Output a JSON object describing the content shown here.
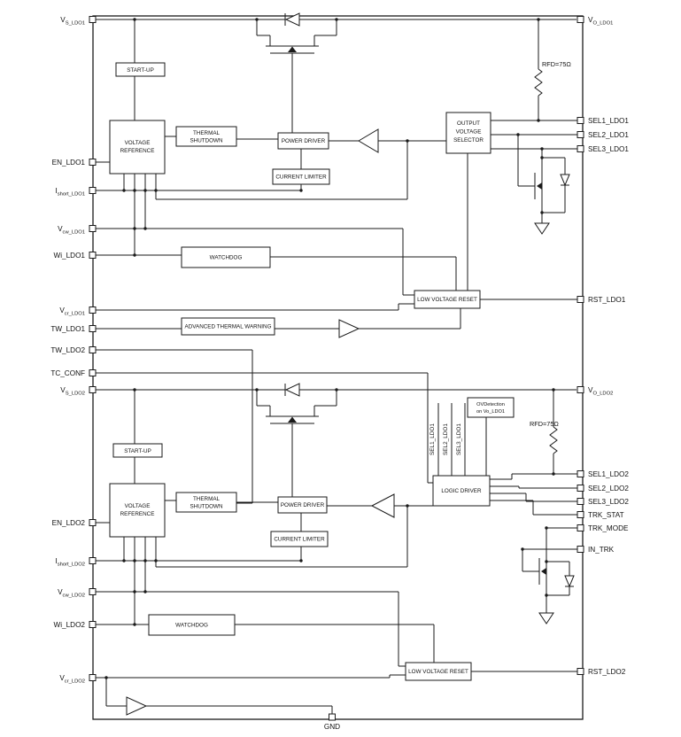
{
  "colors": {
    "line": "#1a1a1a",
    "background": "#ffffff"
  },
  "pins": {
    "left": [
      {
        "id": "VS_LDO1",
        "main": "V",
        "sub": "S_LDO1"
      },
      {
        "id": "EN_LDO1",
        "main": "EN_LDO1",
        "sub": ""
      },
      {
        "id": "Ishort_LDO1",
        "main": "I",
        "sub": "short_LDO1"
      },
      {
        "id": "Vcw_LDO1",
        "main": "V",
        "sub": "cw_LDO1"
      },
      {
        "id": "Wi_LDO1",
        "main": "Wi_LDO1",
        "sub": ""
      },
      {
        "id": "Vcr_LDO1",
        "main": "V",
        "sub": "cr_LDO1"
      },
      {
        "id": "TW_LDO1",
        "main": "TW_LDO1",
        "sub": ""
      },
      {
        "id": "TW_LDO2",
        "main": "TW_LDO2",
        "sub": ""
      },
      {
        "id": "TC_CONF",
        "main": "TC_CONF",
        "sub": ""
      },
      {
        "id": "VS_LDO2",
        "main": "V",
        "sub": "S_LDO2"
      },
      {
        "id": "EN_LDO2",
        "main": "EN_LDO2",
        "sub": ""
      },
      {
        "id": "Ishort_LDO2",
        "main": "I",
        "sub": "short_LDO2"
      },
      {
        "id": "Vcw_LDO2",
        "main": "V",
        "sub": "cw_LDO2"
      },
      {
        "id": "Wi_LDO2",
        "main": "Wi_LDO2",
        "sub": ""
      },
      {
        "id": "Vcr_LDO2",
        "main": "V",
        "sub": "cr_LDO2"
      }
    ],
    "right": [
      {
        "id": "VO_LDO1",
        "main": "V",
        "sub": "O_LDO1"
      },
      {
        "id": "SEL1_LDO1",
        "main": "SEL1_LDO1",
        "sub": ""
      },
      {
        "id": "SEL2_LDO1",
        "main": "SEL2_LDO1",
        "sub": ""
      },
      {
        "id": "SEL3_LDO1",
        "main": "SEL3_LDO1",
        "sub": ""
      },
      {
        "id": "RST_LDO1",
        "main": "RST_LDO1",
        "sub": ""
      },
      {
        "id": "VO_LDO2",
        "main": "V",
        "sub": "O_LDO2"
      },
      {
        "id": "SEL1_LDO2",
        "main": "SEL1_LDO2",
        "sub": ""
      },
      {
        "id": "SEL2_LDO2",
        "main": "SEL2_LDO2",
        "sub": ""
      },
      {
        "id": "SEL3_LDO2",
        "main": "SEL3_LDO2",
        "sub": ""
      },
      {
        "id": "TRK_STAT",
        "main": "TRK_STAT",
        "sub": ""
      },
      {
        "id": "TRK_MODE",
        "main": "TRK_MODE",
        "sub": ""
      },
      {
        "id": "IN_TRK",
        "main": "IN_TRK",
        "sub": ""
      },
      {
        "id": "RST_LDO2",
        "main": "RST_LDO2",
        "sub": ""
      }
    ],
    "bottom": [
      {
        "id": "GND",
        "main": "GND",
        "sub": ""
      }
    ]
  },
  "blocks": {
    "ldo1": {
      "startup": "START-UP",
      "vref": [
        "VOLTAGE",
        "REFERENCE"
      ],
      "thermal_shutdown": [
        "THERMAL",
        "SHUTDOWN"
      ],
      "power_driver": "POWER DRIVER",
      "current_limiter": "CURRENT LIMITER",
      "output_voltage_selector": [
        "OUTPUT",
        "VOLTAGE",
        "SELECTOR"
      ],
      "watchdog": "WATCHDOG",
      "low_voltage_reset": "LOW VOLTAGE RESET",
      "advanced_thermal_warning": "ADVANCED THERMAL WARNING",
      "rfd_label": "RFD=75Ω"
    },
    "ldo2": {
      "startup": "START-UP",
      "vref": [
        "VOLTAGE",
        "REFERENCE"
      ],
      "thermal_shutdown": [
        "THERMAL",
        "SHUTDOWN"
      ],
      "power_driver": "POWER DRIVER",
      "current_limiter": "CURRENT LIMITER",
      "ov_detection": [
        "OVDetection",
        "on Vo_LDO1"
      ],
      "logic_driver": "LOGIC DRIVER",
      "watchdog": "WATCHDOG",
      "low_voltage_reset": "LOW VOLTAGE RESET",
      "rfd_label": "RFD=75Ω",
      "sel_inputs": [
        "SEL1_LDO1",
        "SEL2_LDO1",
        "SEL3_LDO1"
      ]
    }
  }
}
